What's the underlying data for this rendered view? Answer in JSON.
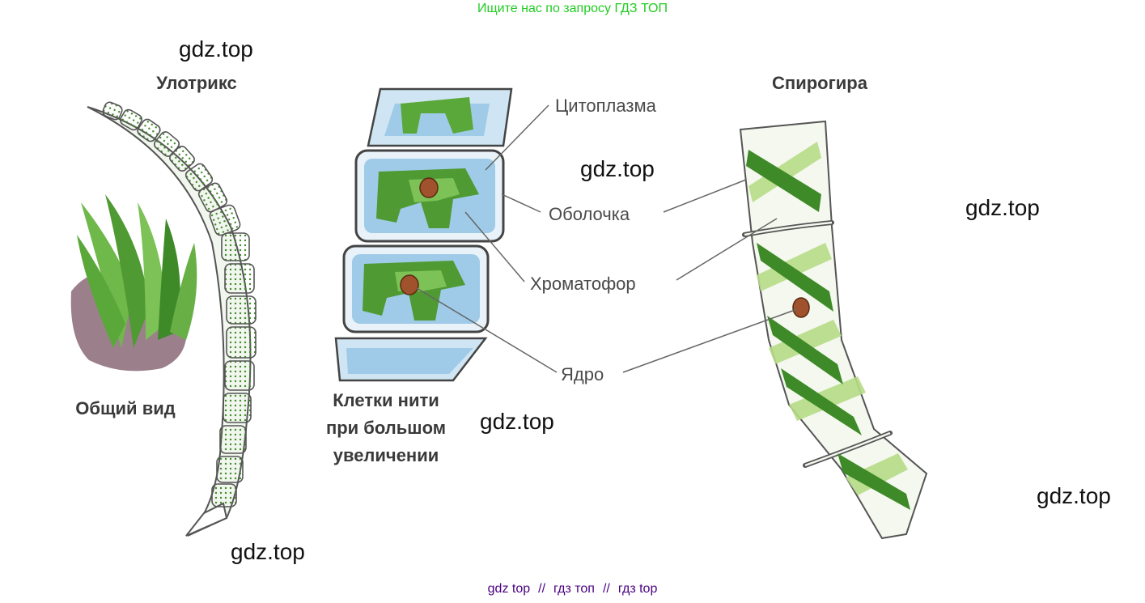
{
  "banner": "Ищите нас по запросу ГДЗ ТОП",
  "watermarks": [
    "gdz.top",
    "gdz.top",
    "gdz.top",
    "gdz.top",
    "gdz.top",
    "gdz.top"
  ],
  "labels": {
    "ulothrix": "Улотрикс",
    "general_view": "Общий вид",
    "cells_line1": "Клетки нити",
    "cells_line2": "при большом",
    "cells_line3": "увеличении",
    "cytoplasm": "Цитоплазма",
    "membrane": "Оболочка",
    "chromatophore": "Хроматофор",
    "nucleus": "Ядро",
    "spirogyra": "Спирогира"
  },
  "footer": {
    "item1": "gdz top",
    "item2": "гдз топ",
    "item3": "гдз top",
    "separator": "//"
  },
  "colors": {
    "banner": "#22cc22",
    "footer": "#4b0082",
    "algae_green": "#5aa83a",
    "light_green": "#b7dc86",
    "cell_blue": "#9fcbe8",
    "nucleus": "#a0522d"
  }
}
